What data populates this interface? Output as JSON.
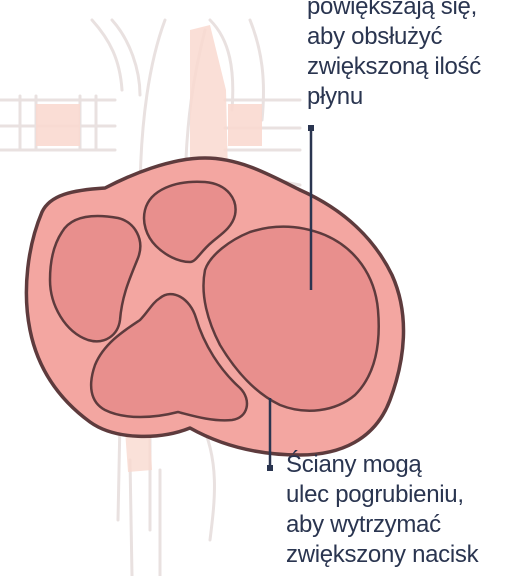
{
  "diagram": {
    "colors": {
      "background_vessels": "#f9d9d0",
      "vessel_outline": "#e9e1e0",
      "heart_wall": "#f3a6a1",
      "heart_outline": "#5e3b3d",
      "chambers": "#e88f8d",
      "leader_lines": "#2a3550",
      "text": "#2a3550"
    },
    "labels": {
      "chambers": {
        "line1": "powiększają się,",
        "line2": "aby obsłużyć",
        "line3": "zwiększoną ilość",
        "line4": "płynu"
      },
      "walls": {
        "line1": "Ściany mogą",
        "line2": "ulec pogrubieniu,",
        "line3": "aby wytrzymać",
        "line4": "zwiększony nacisk"
      }
    }
  }
}
